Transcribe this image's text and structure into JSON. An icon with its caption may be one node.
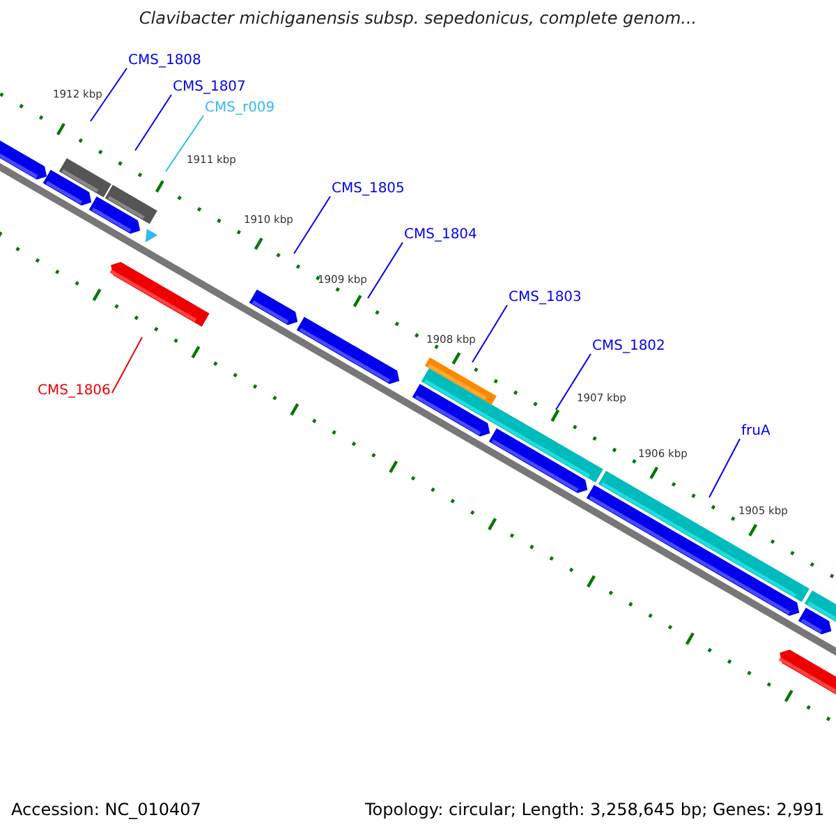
{
  "diagram": {
    "title": "Clavibacter michiganensis subsp. sepedonicus, complete genom...",
    "nodes": [
      {
        "text": [
          "CMS_1808"
        ]
      },
      {
        "text": [
          "CMS_1807"
        ]
      },
      {
        "text": [
          "CMS_r009"
        ]
      },
      {
        "text": [
          "CMS_1805"
        ]
      },
      {
        "text": [
          "CMS_1804"
        ]
      },
      {
        "text": [
          "CMS_1803"
        ]
      },
      {
        "text": [
          "CMS_1802"
        ]
      },
      {
        "text": [
          "fruA"
        ]
      },
      {
        "text": [
          "CMS_1806"
        ]
      }
    ],
    "edges": [
      {
        "from": 0,
        "to": null,
        "arrow": "none"
      },
      {
        "from": 1,
        "to": null,
        "arrow": "none"
      },
      {
        "from": 2,
        "to": null,
        "arrow": "none",
        "color": "#33bbee"
      },
      {
        "from": 3,
        "to": null,
        "arrow": "none"
      },
      {
        "from": 4,
        "to": null,
        "arrow": "none"
      },
      {
        "from": 5,
        "to": null,
        "arrow": "none"
      },
      {
        "from": 6,
        "to": null,
        "arrow": "none"
      },
      {
        "from": 7,
        "to": null,
        "arrow": "none"
      },
      {
        "from": 8,
        "to": null,
        "arrow": "none",
        "color": "#ee0000"
      }
    ],
    "labels": [
      "1912 kbp",
      "1911 kbp",
      "1910 kbp",
      "1909 kbp",
      "1908 kbp",
      "1907 kbp",
      "1906 kbp",
      "1905 kbp",
      "Accession: NC_010407",
      "Topology: circular; Length: 3,258,645 bp; Genes: 2,991"
    ]
  }
}
